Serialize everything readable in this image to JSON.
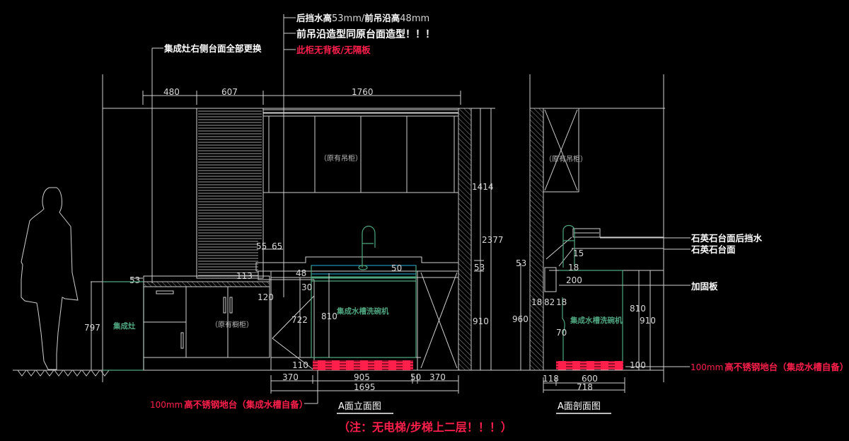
{
  "drawing": {
    "notes_top": {
      "line1_a": "后挡水高",
      "line1_b": "53mm/",
      "line1_c": "前吊沿高",
      "line1_d": "48mm",
      "line2": "前吊沿造型同原台面造型！！！",
      "line3": "此柜无背板/无隔板"
    },
    "note_left": "集成灶右侧台面全部更换",
    "elevation": {
      "title": "A面立面图",
      "labels": {
        "wall_cabinet": "（原有吊柜）",
        "base_cabinet": "（原有橱柜）",
        "stove": "集成灶",
        "sink_unit": "集成水槽洗碗机"
      },
      "dims_top": [
        "480",
        "607",
        "1760"
      ],
      "dims_right": [
        "1414",
        "2377",
        "53",
        "910"
      ],
      "dims_left": [
        "797",
        "53"
      ],
      "dims_inner": [
        "55",
        "65",
        "113",
        "48",
        "50",
        "30",
        "120",
        "722",
        "810",
        "110",
        "100"
      ],
      "dims_bottom_row1": [
        "370",
        "905",
        "50",
        "370"
      ],
      "dims_bottom_row2": "1695",
      "platform_note_num": "100mm",
      "platform_note_text": "高不锈钢地台（集成水槽自备）"
    },
    "section": {
      "title": "A面剖面图",
      "labels": {
        "wall_cabinet": "（原有吊柜）",
        "sink_unit": "集成水槽洗碗机"
      },
      "callouts": [
        "石英石台面后挡水",
        "石英石台面",
        "加固板"
      ],
      "dims": [
        "53",
        "960",
        "15",
        "18",
        "200",
        "18",
        "82",
        "18",
        "70",
        "810",
        "910",
        "100"
      ],
      "dims_bottom_row1": [
        "118",
        "600"
      ],
      "dims_bottom_row2": "718",
      "platform_note_num": "100mm",
      "platform_note_text": "高不锈钢地台（集成水槽自备）"
    },
    "footer_note": "（注：无电梯/步梯上二层！！！）",
    "colors": {
      "background": "#000000",
      "line": "#d0d0d0",
      "highlight_red": "#ff1f4b",
      "equipment_green": "#4fa57f",
      "accent_cyan": "#22b0e0"
    }
  }
}
